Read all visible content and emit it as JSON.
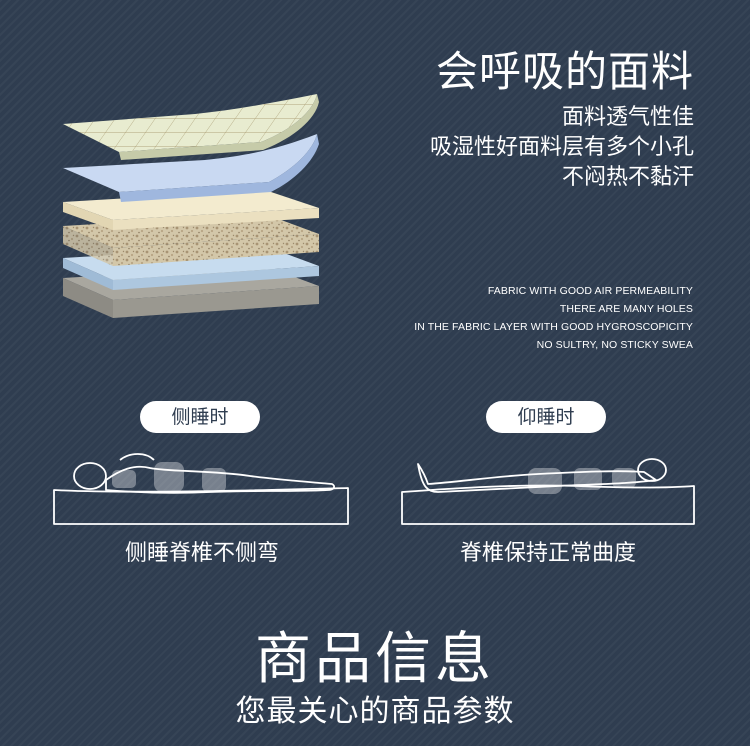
{
  "feature": {
    "title": "会呼吸的面料",
    "lines_zh": [
      "面料透气性佳",
      "吸湿性好面料层有多个小孔",
      "不闷热不黏汗"
    ],
    "lines_en": [
      "FABRIC WITH GOOD AIR PERMEABILITY",
      "THERE ARE MANY HOLES",
      "IN THE FABRIC LAYER WITH GOOD HYGROSCOPICITY",
      "NO SULTRY, NO STICKY SWEA"
    ]
  },
  "sleep_positions": [
    {
      "label": "侧睡时",
      "caption": "侧睡脊椎不侧弯"
    },
    {
      "label": "仰睡时",
      "caption": "脊椎保持正常曲度"
    }
  ],
  "info": {
    "title": "商品信息",
    "subtitle": "您最关心的商品参数"
  },
  "colors": {
    "background": "#2f3d50",
    "text": "#ffffff"
  }
}
